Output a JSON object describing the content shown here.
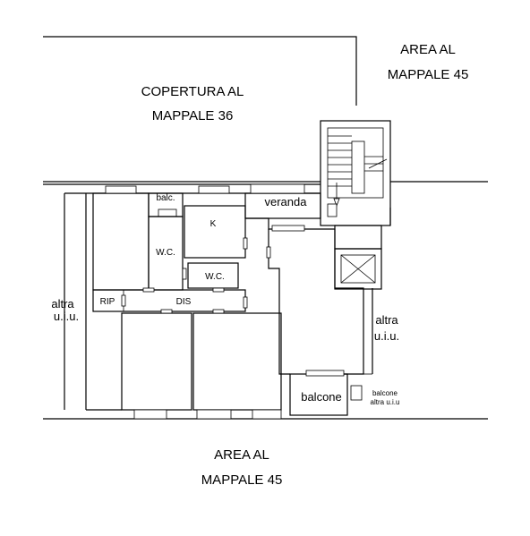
{
  "labels": {
    "area_top_right_1": "AREA AL",
    "area_top_right_2": "MAPPALE 45",
    "copertura_1": "COPERTURA AL",
    "copertura_2": "MAPPALE 36",
    "balc": "balc.",
    "veranda": "veranda",
    "k": "K",
    "wc1": "W.C.",
    "wc2": "W.C.",
    "altra_left_1": "altra",
    "altra_left_2": "u.i.u.",
    "rip": "RIP",
    "dis": "DIS",
    "altra_right_1": "altra",
    "altra_right_2": "u.i.u.",
    "balcone": "balcone",
    "balcone_altra_1": "balcone",
    "balcone_altra_2": "altra u.i.u",
    "area_bottom_1": "AREA AL",
    "area_bottom_2": "MAPPALE 45"
  }
}
